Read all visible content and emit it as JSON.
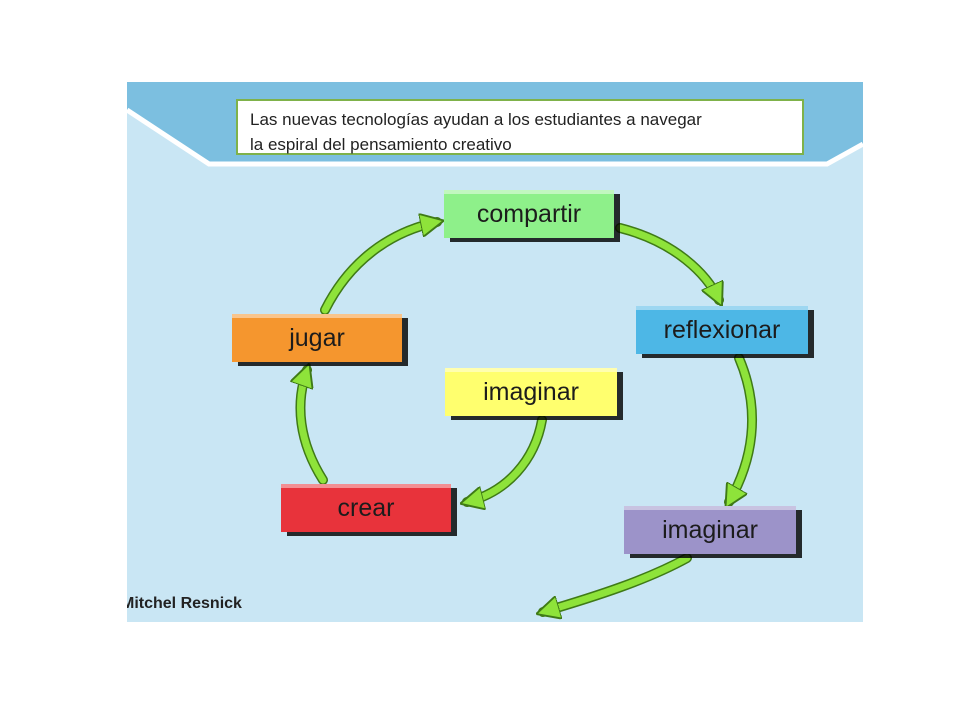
{
  "caption": {
    "line1": "Las nuevas tecnologías ayudan a los estudiantes a navegar",
    "line2": "la espiral del pensamiento creativo"
  },
  "nodes": {
    "compartir": "compartir",
    "reflexionar": "reflexionar",
    "imaginar_bottom": "imaginar",
    "jugar": "jugar",
    "imaginar_center": "imaginar",
    "crear": "crear"
  },
  "author": "Mitchel Resnick",
  "colors": {
    "background": "#c9e6f4",
    "header_band": "#7cbfe0",
    "arrow": "#8ee33a",
    "compartir": "#8ef08a",
    "reflexionar": "#4db7e6",
    "imaginar_bottom": "#9c93c9",
    "jugar": "#f5962e",
    "imaginar_center": "#ffff6e",
    "crear": "#e8333b"
  }
}
